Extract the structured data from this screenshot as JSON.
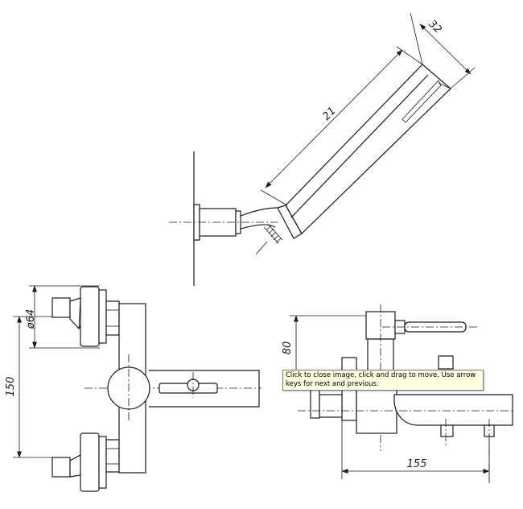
{
  "dimensions": {
    "hand_shower_length": "21",
    "hand_shower_diameter": "32",
    "connection_diameter": "ø64",
    "spout_height": "80",
    "center_distance": "150",
    "spout_reach": "155"
  },
  "tooltip": {
    "text": "Click to close image, click and drag to move. Use arrow keys for next and previous."
  }
}
